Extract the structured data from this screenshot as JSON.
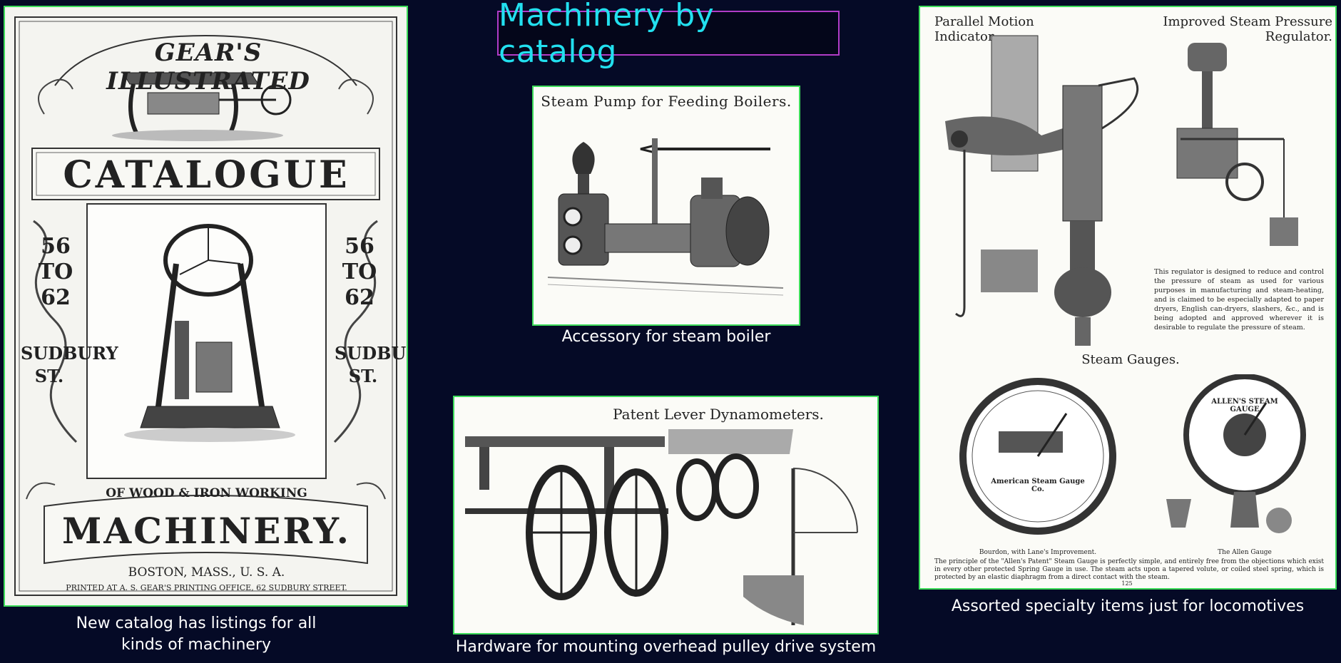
{
  "title": "Machinery by catalog",
  "catalog": {
    "top_text": "GEAR'S ILLUSTRATED",
    "main_text": "CATALOGUE",
    "left_numbers": "56 TO 62",
    "right_numbers": "56 TO 62",
    "left_street": "SUDBURY ST.",
    "right_street": "SUDBURY ST.",
    "of_text": "OF WOOD & IRON WORKING",
    "bottom_text": "MACHINERY.",
    "city": "BOSTON, MASS., U. S. A.",
    "printer": "PRINTED AT A. S. GEAR'S PRINTING OFFICE, 62 SUDBURY STREET.",
    "caption_line1": "New catalog has listings for all",
    "caption_line2": "kinds of machinery"
  },
  "pump": {
    "heading": "Steam Pump for Feeding Boilers.",
    "caption": "Accessory for steam boiler"
  },
  "dynamometer": {
    "heading": "Patent Lever Dynamometers.",
    "caption": "Hardware for mounting overhead pulley drive system"
  },
  "specialty": {
    "heading_left": "Parallel Motion Indicator.",
    "heading_right": "Improved Steam Pressure Regulator.",
    "regulator_text": "This regulator is designed to reduce and control the pressure of steam as used for various purposes in manufacturing and steam-heating, and is claimed to be especially adapted to paper dryers, English can-dryers, slashers, &c., and is being adopted and approved wherever it is desirable to regulate the pressure of steam.",
    "gauges_heading": "Steam Gauges.",
    "gauge_left_label": "Bourdon, with Lane's Improvement.",
    "gauge_right_label": "The Allen Gauge",
    "gauge_left_face": "American Steam Gauge Co.",
    "gauge_right_face": "ALLEN'S STEAM GAUGE",
    "footer_text": "The principle of the \"Allen's Patent\" Steam Gauge is perfectly simple, and entirely free from the objections which exist in every other protected Spring Gauge in use. The steam acts upon a tapered volute, or coiled steel spring, which is protected by an elastic diaphragm from a direct contact with the steam.",
    "page_number": "125",
    "caption": "Assorted specialty items just for locomotives"
  },
  "colors": {
    "background": "#050a26",
    "title_text": "#22e0ef",
    "title_border": "#b13cc7",
    "panel_border": "#3ddc5a"
  }
}
